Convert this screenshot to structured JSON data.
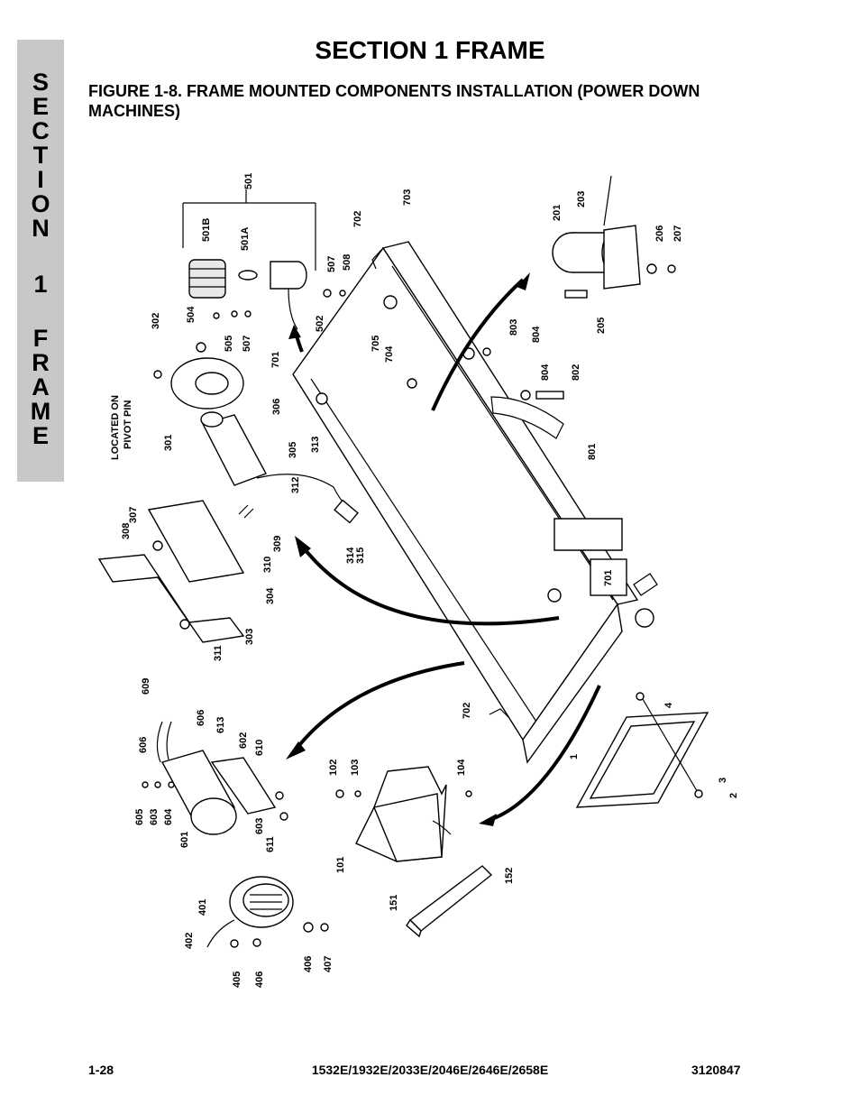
{
  "side_tab": {
    "letters": [
      "S",
      "E",
      "C",
      "T",
      "I",
      "O",
      "N",
      "1",
      "F",
      "R",
      "A",
      "M",
      "E"
    ]
  },
  "header": {
    "title": "SECTION 1   FRAME",
    "figure_title": "FIGURE 1-8.    FRAME MOUNTED COMPONENTS INSTALLATION (POWER DOWN MACHINES)"
  },
  "diagram": {
    "note": "LOCATED ON PIVOT PIN",
    "note_line1": "LOCATED ON",
    "note_line2": "PIVOT PIN",
    "callouts": {
      "c501": "501",
      "c501b": "501B",
      "c501a": "501A",
      "c507a": "507",
      "c508": "508",
      "c504": "504",
      "c505": "505",
      "c507b": "507",
      "c502": "502",
      "c702a": "702",
      "c703": "703",
      "c701a": "701",
      "c705": "705",
      "c704": "704",
      "c302": "302",
      "c306": "306",
      "c301": "301",
      "c305": "305",
      "c313": "313",
      "c312": "312",
      "c308": "308",
      "c307": "307",
      "c309": "309",
      "c310": "310",
      "c314": "314",
      "c315": "315",
      "c304": "304",
      "c303": "303",
      "c311": "311",
      "c201": "201",
      "c203": "203",
      "c206": "206",
      "c207": "207",
      "c205": "205",
      "c803": "803",
      "c804a": "804",
      "c804b": "804",
      "c802": "802",
      "c801": "801",
      "c701b": "701",
      "c702b": "702",
      "c609": "609",
      "c606a": "606",
      "c606b": "606",
      "c613": "613",
      "c602": "602",
      "c610": "610",
      "c605": "605",
      "c603a": "603",
      "c604": "604",
      "c601": "601",
      "c603b": "603",
      "c611": "611",
      "c102": "102",
      "c103": "103",
      "c104": "104",
      "c101": "101",
      "c152": "152",
      "c151": "151",
      "c4": "4",
      "c1": "1",
      "c3": "3",
      "c2": "2",
      "c401": "401",
      "c402": "402",
      "c405": "405",
      "c406a": "406",
      "c406b": "406",
      "c407": "407"
    }
  },
  "footer": {
    "page": "1-28",
    "models": "1532E/1932E/2033E/2046E/2646E/2658E",
    "doc_number": "3120847"
  }
}
